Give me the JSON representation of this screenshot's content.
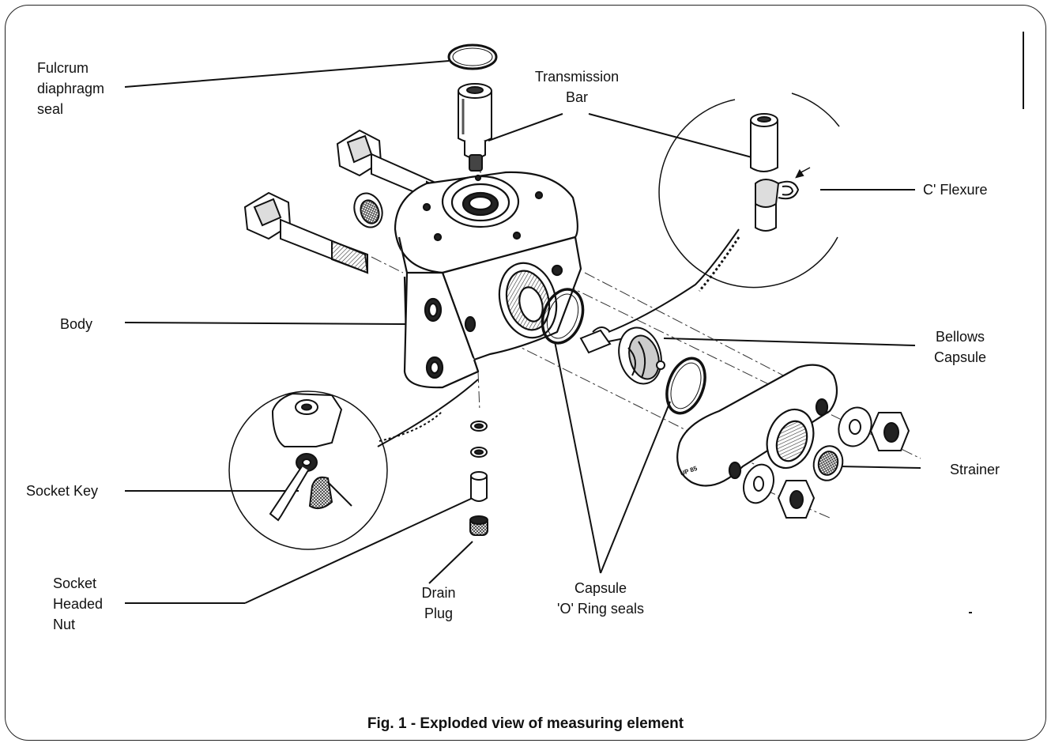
{
  "labels": {
    "fulcrum": [
      "Fulcrum",
      "diaphragm",
      "seal"
    ],
    "transmission_bar": [
      "Transmission",
      "Bar"
    ],
    "c_flexure": "C' Flexure",
    "body": "Body",
    "bellows_capsule": [
      "Bellows",
      "Capsule"
    ],
    "strainer": "Strainer",
    "socket_key": "Socket Key",
    "socket_headed_nut": [
      "Socket",
      "Headed",
      "Nut"
    ],
    "drain_plug": [
      "Drain",
      "Plug"
    ],
    "capsule_o_ring_seals": [
      "Capsule",
      "'O' Ring seals"
    ]
  },
  "engraving": "UP 85",
  "caption": "Fig. 1  -  Exploded view of measuring element"
}
